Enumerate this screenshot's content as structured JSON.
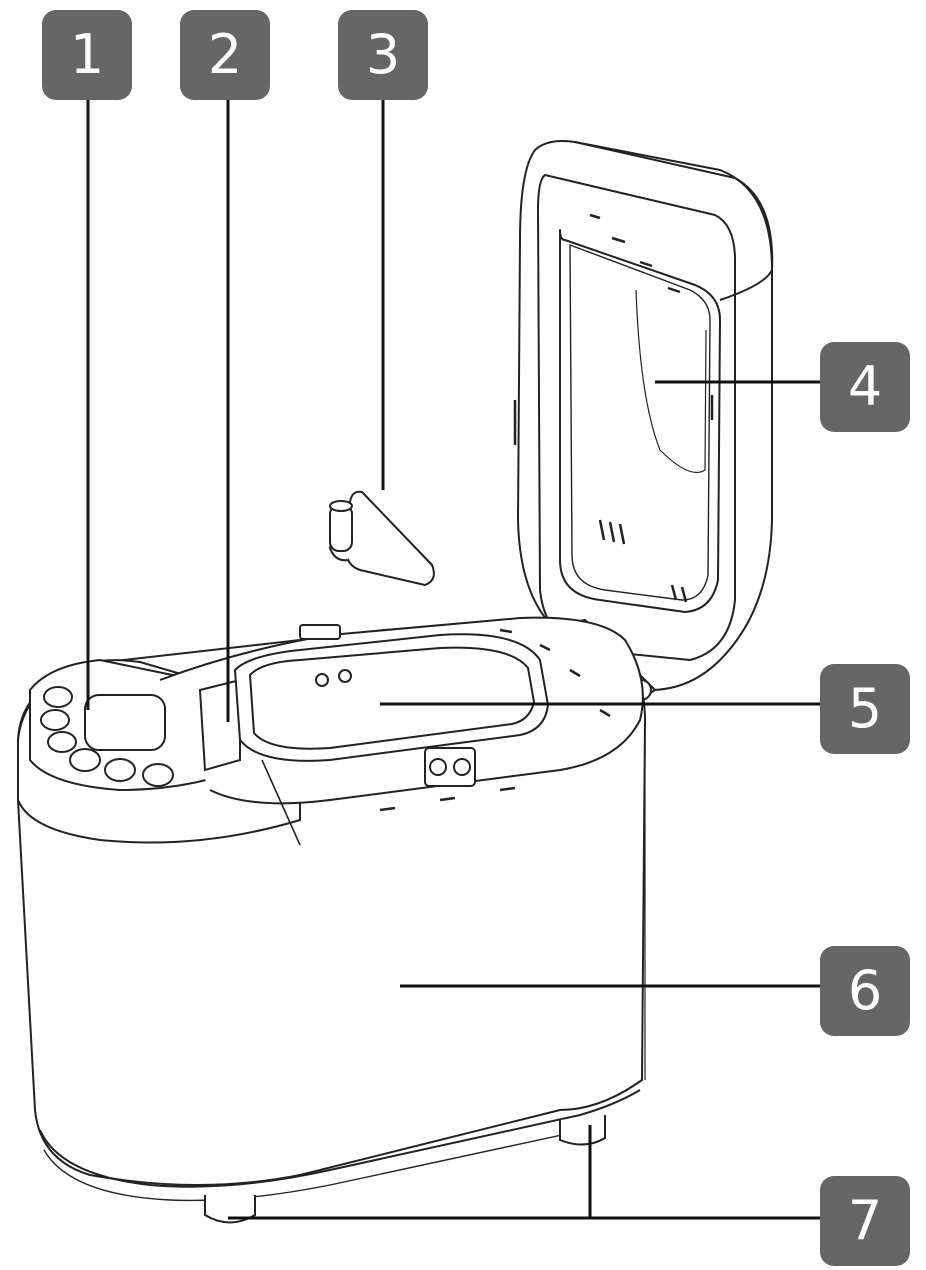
{
  "diagram": {
    "colors": {
      "callout_fill": "#666666",
      "callout_text": "#ffffff",
      "line": "#111111"
    },
    "callouts": [
      {
        "id": "1",
        "label": "1",
        "points_to": "control-panel-buttons"
      },
      {
        "id": "2",
        "label": "2",
        "points_to": "baking-chamber-wall"
      },
      {
        "id": "3",
        "label": "3",
        "points_to": "kneading-paddle"
      },
      {
        "id": "4",
        "label": "4",
        "points_to": "lid-viewing-window"
      },
      {
        "id": "5",
        "label": "5",
        "points_to": "baking-pan"
      },
      {
        "id": "6",
        "label": "6",
        "points_to": "housing"
      },
      {
        "id": "7",
        "label": "7",
        "points_to": "feet"
      }
    ]
  }
}
